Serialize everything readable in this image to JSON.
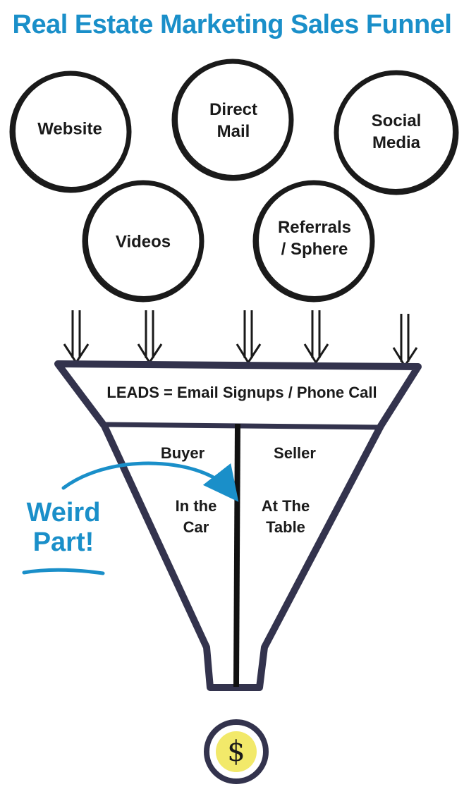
{
  "title": "Real Estate Marketing Sales Funnel",
  "colors": {
    "title": "#1a8fc9",
    "accent": "#1a8fc9",
    "ink": "#1a1a1a",
    "funnel": "#33334d",
    "coin_fill": "#f2e96a"
  },
  "sources": [
    {
      "line1": "Website",
      "line2": ""
    },
    {
      "line1": "Direct",
      "line2": "Mail"
    },
    {
      "line1": "Social",
      "line2": "Media"
    },
    {
      "line1": "Videos",
      "line2": ""
    },
    {
      "line1": "Referrals",
      "line2": "/ Sphere"
    }
  ],
  "funnel": {
    "leads_label": "LEADS = Email Signups / Phone Call",
    "left_header": "Buyer",
    "left_line1": "In the",
    "left_line2": "Car",
    "right_header": "Seller",
    "right_line1": "At The",
    "right_line2": "Table"
  },
  "callout": {
    "line1": "Weird",
    "line2": "Part!"
  },
  "outcome_symbol": "$"
}
